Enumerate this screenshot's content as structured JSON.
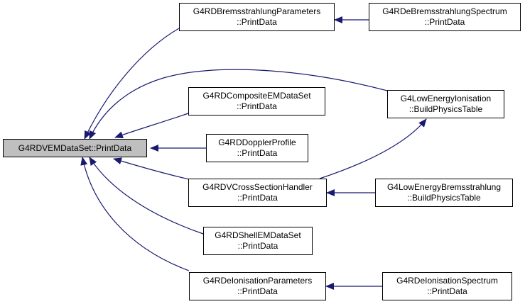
{
  "colors": {
    "edge": "#191970",
    "root_fill": "#bfbfbf",
    "node_fill": "#ffffff",
    "border": "#000000"
  },
  "nodes": {
    "root": {
      "l1": "G4RDVEMDataSet::PrintData",
      "l2": ""
    },
    "brem": {
      "l1": "G4RDBremsstrahlungParameters",
      "l2": "::PrintData"
    },
    "debrem": {
      "l1": "G4RDeBremsstrahlungSpectrum",
      "l2": "::PrintData"
    },
    "comp": {
      "l1": "G4RDCompositeEMDataSet",
      "l2": "::PrintData"
    },
    "ion": {
      "l1": "G4LowEnergyIonisation",
      "l2": "::BuildPhysicsTable"
    },
    "dopp": {
      "l1": "G4RDDopplerProfile",
      "l2": "::PrintData"
    },
    "vcs": {
      "l1": "G4RDVCrossSectionHandler",
      "l2": "::PrintData"
    },
    "lebrem": {
      "l1": "G4LowEnergyBremsstrahlung",
      "l2": "::BuildPhysicsTable"
    },
    "shell": {
      "l1": "G4RDShellEMDataSet",
      "l2": "::PrintData"
    },
    "ionp": {
      "l1": "G4RDeIonisationParameters",
      "l2": "::PrintData"
    },
    "ions": {
      "l1": "G4RDeIonisationSpectrum",
      "l2": "::PrintData"
    }
  }
}
